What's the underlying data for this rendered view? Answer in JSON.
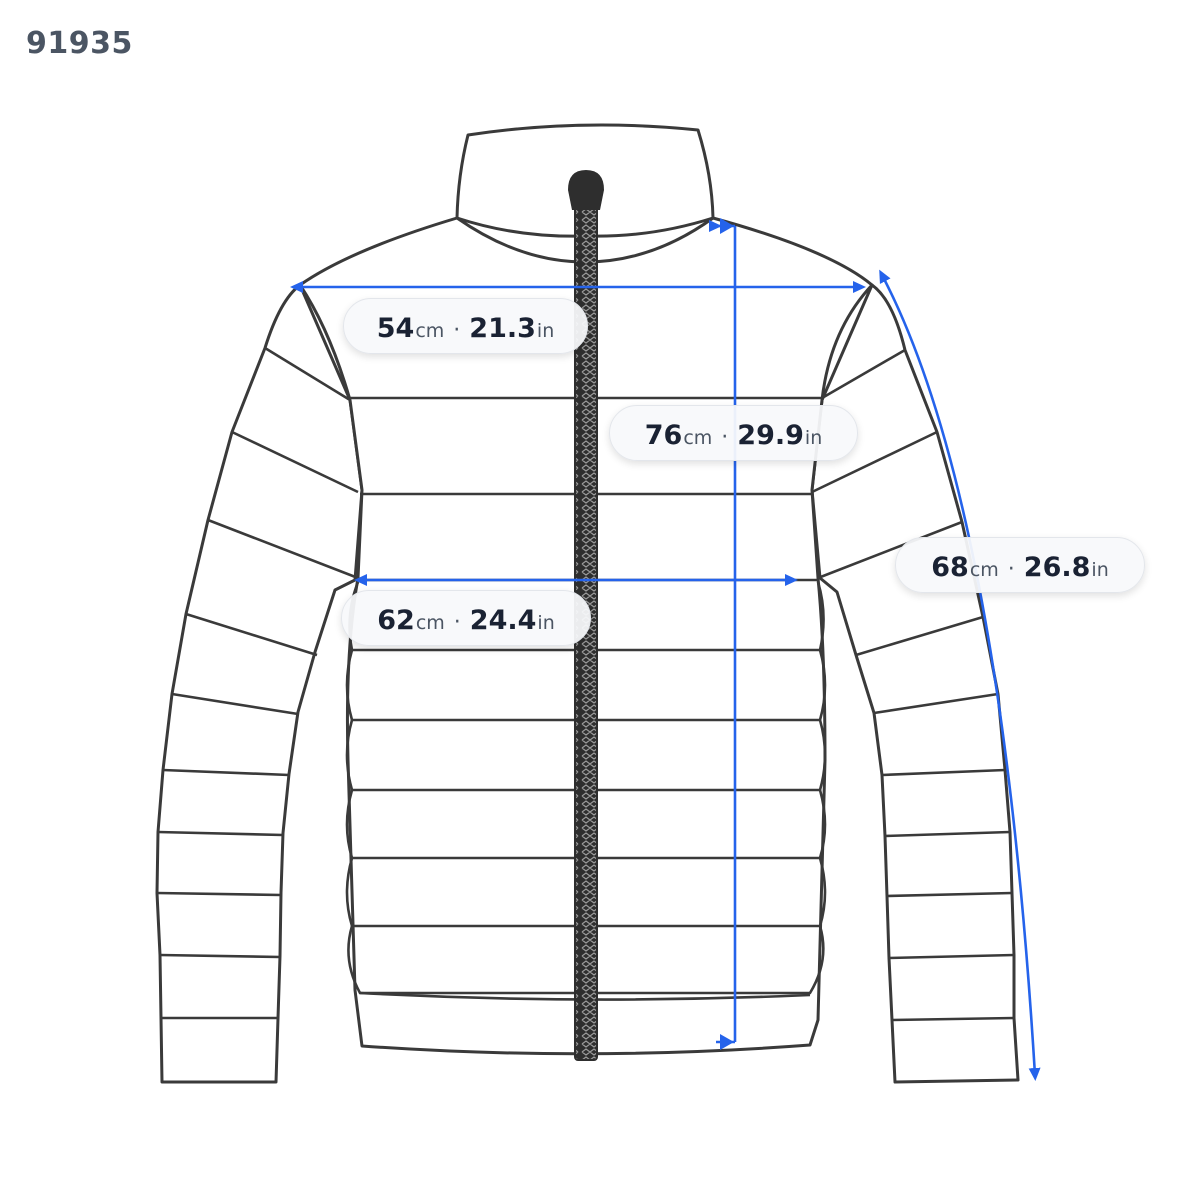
{
  "product": {
    "code": "91935"
  },
  "colors": {
    "outline": "#3a3a3a",
    "measure": "#2563eb",
    "zipper": "#2e2e2e",
    "label_text": "#1a2233"
  },
  "measurements": {
    "chest": {
      "cm": "54",
      "cm_unit": "cm",
      "sep": "·",
      "inch": "21.3",
      "in_unit": "in"
    },
    "length": {
      "cm": "76",
      "cm_unit": "cm",
      "sep": "·",
      "inch": "29.9",
      "in_unit": "in"
    },
    "sleeve": {
      "cm": "68",
      "cm_unit": "cm",
      "sep": "·",
      "inch": "26.8",
      "in_unit": "in"
    },
    "waist": {
      "cm": "62",
      "cm_unit": "cm",
      "sep": "·",
      "inch": "24.4",
      "in_unit": "in"
    }
  }
}
